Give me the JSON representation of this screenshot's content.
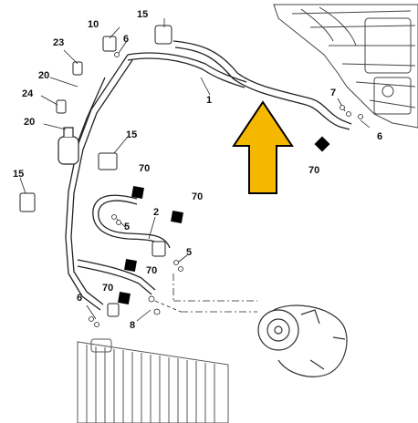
{
  "diagram": {
    "labels": {
      "l15_top": "15",
      "l10": "10",
      "l6_top": "6",
      "l23": "23",
      "l20_a": "20",
      "l24": "24",
      "l20_b": "20",
      "l1": "1",
      "l7": "7",
      "l6_right": "6",
      "l70_right": "70",
      "l15_mid": "15",
      "l15_left": "15",
      "l70_a": "70",
      "l70_b": "70",
      "l2": "2",
      "l5_a": "5",
      "l5_b": "5",
      "l70_c": "70",
      "l70_d": "70",
      "l6_low": "6",
      "l8": "8"
    },
    "colors": {
      "arrow_fill": "#F5B800",
      "arrow_stroke": "#000000",
      "line": "#2b2b2b",
      "marker": "#000000"
    }
  }
}
